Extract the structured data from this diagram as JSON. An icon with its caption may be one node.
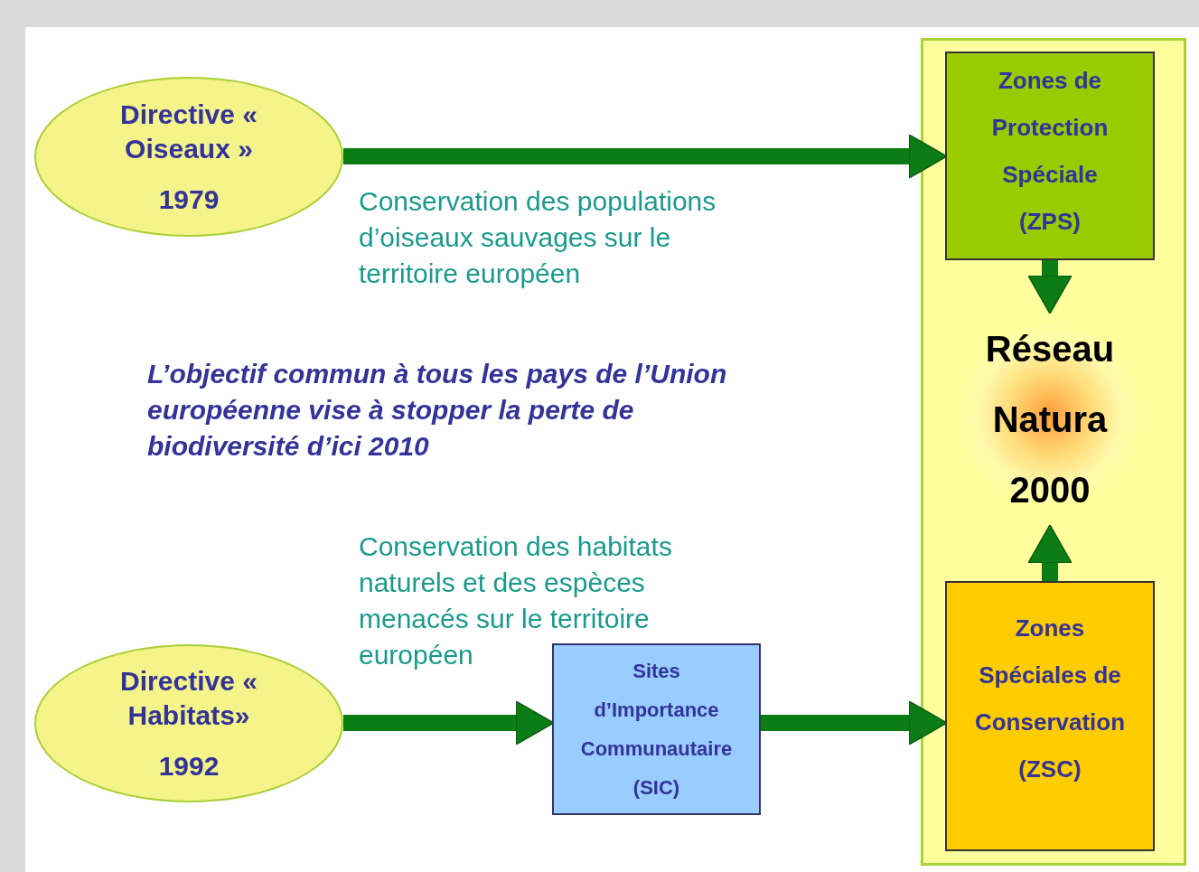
{
  "diagram": {
    "nodes": [
      {
        "text": [
          "Directive « Oiseaux »",
          "1979"
        ]
      },
      {
        "text": [],
        "shape": "box"
      },
      {
        "text": [
          "Zones de Protection Spéciale (ZPS)"
        ],
        "in": 1
      },
      {
        "text": [
          "Réseau Natura 2000"
        ],
        "in": 1
      },
      {
        "text": [
          "Zones Spéciales de Conservation (ZSC)"
        ],
        "in": 1
      },
      {
        "text": [
          "Directive « Habitats»",
          "1992"
        ]
      },
      {
        "text": [
          "Sites d’Importance Communautaire (SIC)"
        ]
      }
    ],
    "edges": [
      {
        "from": 0,
        "to": 2,
        "arrow": "to",
        "label": "Conservation des populations d’oiseaux sauvages sur le territoire européen"
      },
      {
        "from": 2,
        "to": 3,
        "arrow": "to"
      },
      {
        "from": 4,
        "to": 3,
        "arrow": "to"
      },
      {
        "from": 5,
        "to": 6,
        "arrow": "to",
        "label": "Conservation des habitats naturels et des espèces menacés sur le territoire européen"
      },
      {
        "from": 6,
        "to": 4,
        "arrow": "to"
      }
    ],
    "labels": [
      "L’objectif commun à tous les pays de l’Union européenne vise à stopper la perte de biodiversité d’ici 2010"
    ]
  }
}
